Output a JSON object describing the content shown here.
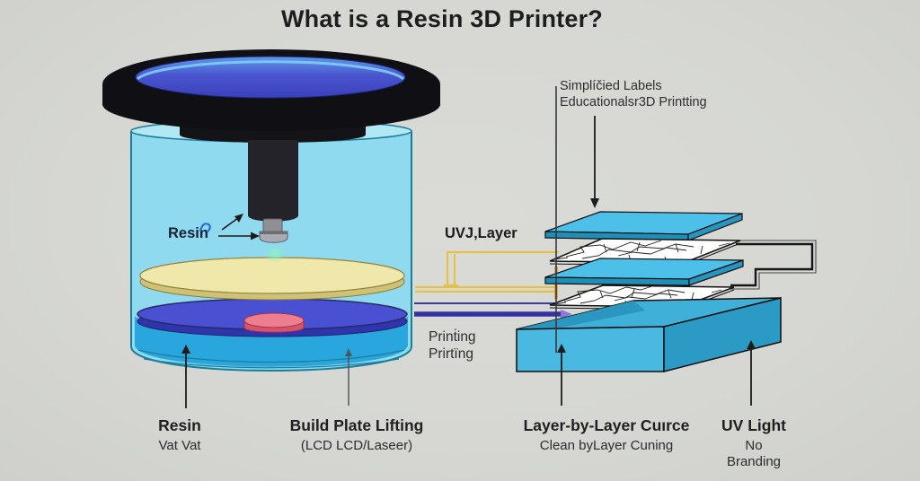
{
  "title": "What is a Resin 3D Printer?",
  "annotations": {
    "top_right_line1": "Simplíčied Labels",
    "top_right_line2": "Educationalsr3D Printting",
    "uv_layer": "UVJ‚Layer",
    "printing_line1": "Prinṫing",
    "printing_line2": "Prirtïng",
    "resin_pointer": "Resin"
  },
  "captions": {
    "resin_vat": {
      "title": "Resin",
      "subtitle": "Vat Vat"
    },
    "build_plate": {
      "title": "Build Plate Lifting",
      "subtitle": "(LCD LCD/Laseer)"
    },
    "layer_cure": {
      "title": "Layer-by-Layer Cuırce",
      "subtitle": "Clean byLayer Cuning"
    },
    "uv_light": {
      "title": "UV Light",
      "subtitle": "No",
      "subtitle2": "Branding"
    }
  },
  "colors": {
    "background": "#d6d7d3",
    "tank_fill": "#8fdaee",
    "vat_lower": "#2aa6de",
    "resin_blue": "#4a50d2",
    "plate_yellow": "#f0e7ab",
    "object_pink": "#ee7d90",
    "slab_cyan": "#4cc0e8",
    "wire_yellow": "#e4c24a",
    "wire_orange": "#e2902f",
    "wire_navy": "#3434a6",
    "lid_black": "#101014"
  }
}
